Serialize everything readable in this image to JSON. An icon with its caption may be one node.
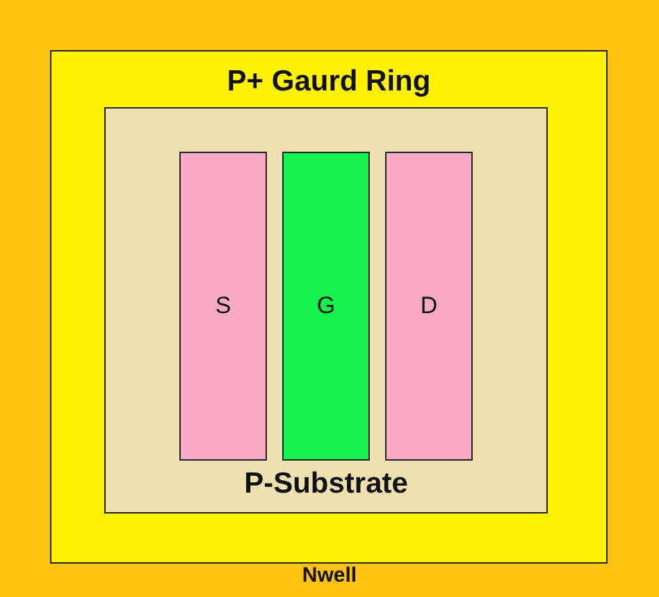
{
  "diagram": {
    "nodes": [
      {
        "text": [
          "Nwell"
        ]
      },
      {
        "text": [
          "P+ Gaurd Ring"
        ],
        "in": 0
      },
      {
        "text": [
          "P-Substrate"
        ],
        "in": 1
      },
      {
        "text": [
          "S"
        ],
        "in": 2
      },
      {
        "text": [
          "G"
        ],
        "in": 2
      },
      {
        "text": [
          "D"
        ],
        "in": 2
      }
    ]
  }
}
